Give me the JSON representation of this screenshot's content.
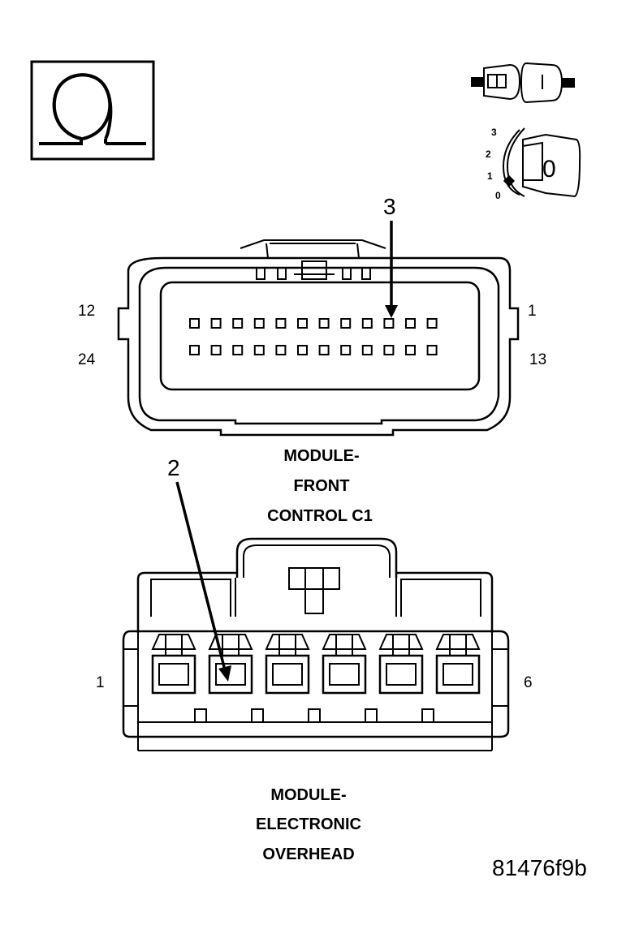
{
  "figure_id": "81476f9b",
  "icons": {
    "ohmmeter": "ohm-symbol-icon",
    "connector": "disconnected-connector-icon",
    "ignition": "ignition-key-icon"
  },
  "ignition": {
    "key_label": "0",
    "positions": [
      "3",
      "2",
      "1",
      "0"
    ]
  },
  "connector_c1": {
    "title_lines": [
      "MODULE-",
      "FRONT",
      "CONTROL C1"
    ],
    "pin_top_left": "12",
    "pin_top_right": "1",
    "pin_bottom_left": "24",
    "pin_bottom_right": "13",
    "callout": "3"
  },
  "connector_overhead": {
    "title_lines": [
      "MODULE-",
      "ELECTRONIC",
      "OVERHEAD"
    ],
    "pin_left": "1",
    "pin_right": "6",
    "callout": "2"
  }
}
